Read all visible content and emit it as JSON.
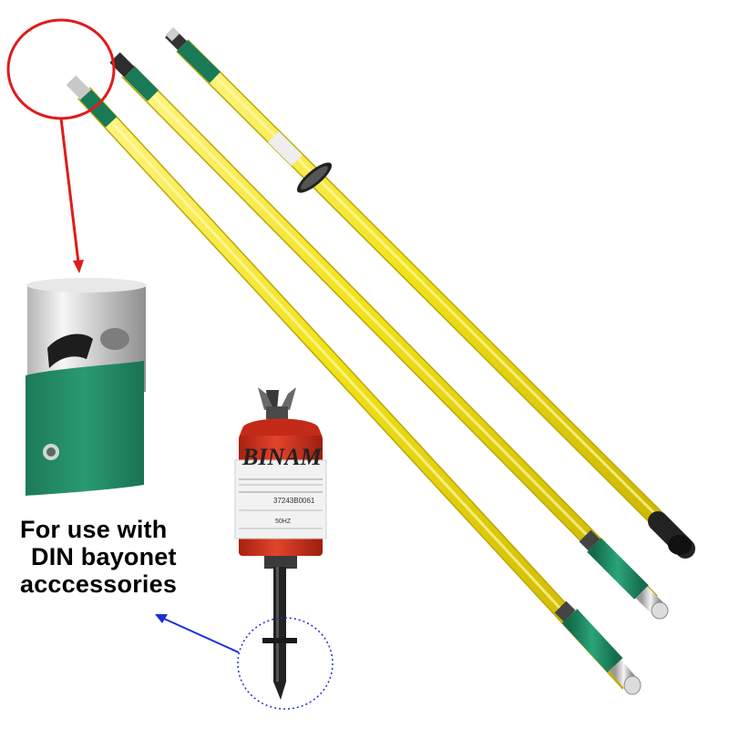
{
  "caption": {
    "line1": "For use with",
    "line2": "DIN bayonet",
    "line3": "acccessories"
  },
  "detector": {
    "brand": "BINAM",
    "serial": "37243B0061",
    "freq": "50HZ"
  },
  "colors": {
    "pole_yellow": "#f2e21a",
    "pole_green": "#1f8f66",
    "highlight_circle": "#e01b1b",
    "arrow_red": "#e01b1b",
    "arrow_blue": "#1a2fd6",
    "detector_red": "#d8321f"
  }
}
